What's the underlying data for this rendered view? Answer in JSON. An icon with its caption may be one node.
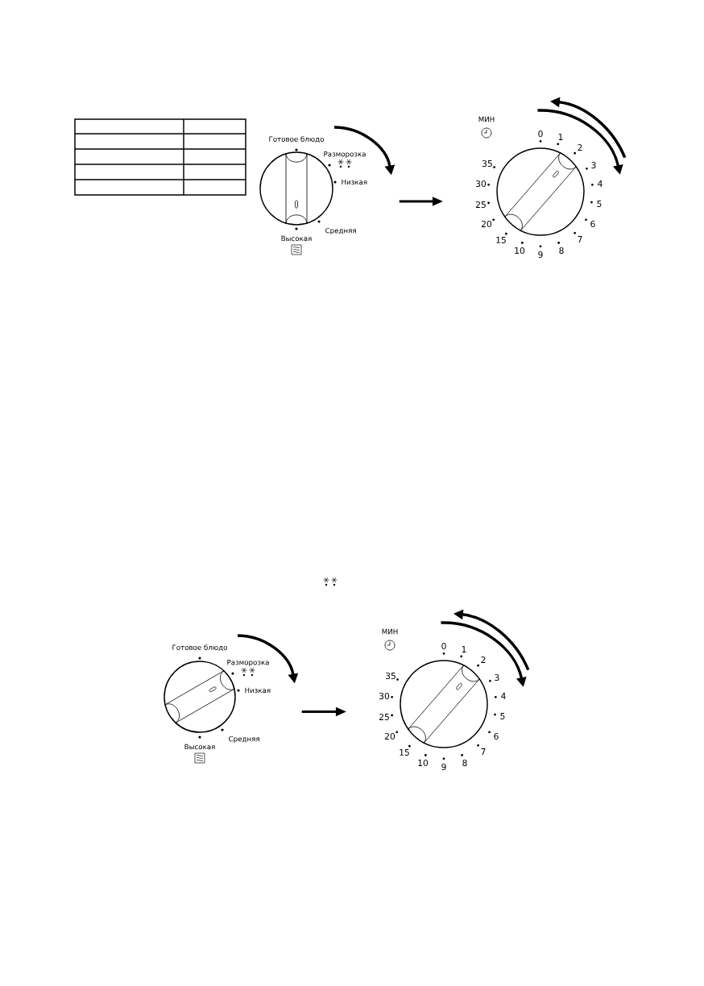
{
  "diagram": {
    "nodes": [
      {
        "text": [],
        "shape": "circle",
        "beside": [
          "Готовое блюдо",
          "Разморозка",
          "Низкая",
          "Средняя",
          "Высокая"
        ]
      },
      {
        "text": [],
        "shape": "circle",
        "beside": [
          "МИН",
          "0",
          "1",
          "2",
          "3",
          "4",
          "5",
          "6",
          "7",
          "8",
          "9",
          "10",
          "15",
          "20",
          "25",
          "30",
          "35"
        ]
      },
      {
        "text": [],
        "shape": "circle",
        "beside": [
          "Готовое блюдо",
          "Разморозка",
          "Низкая",
          "Средняя",
          "Высокая"
        ]
      },
      {
        "text": [],
        "shape": "circle",
        "beside": [
          "МИН",
          "0",
          "1",
          "2",
          "3",
          "4",
          "5",
          "6",
          "7",
          "8",
          "9",
          "10",
          "15",
          "20",
          "25",
          "30",
          "35"
        ]
      }
    ],
    "edges": [
      {
        "from": 0,
        "to": 1,
        "arrow": "to"
      },
      {
        "from": 2,
        "to": 3,
        "arrow": "to"
      }
    ]
  }
}
